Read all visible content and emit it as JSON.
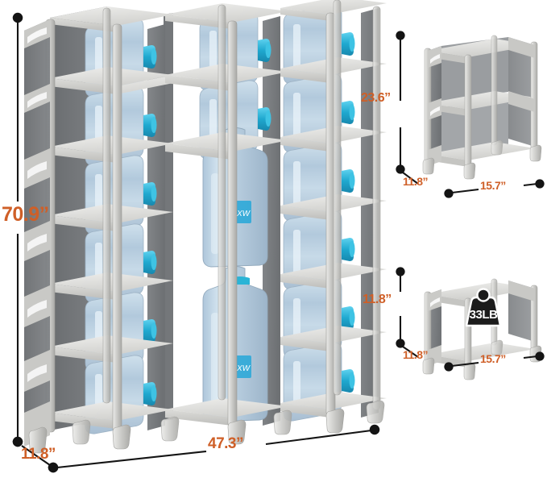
{
  "product": {
    "type": "water-bottle-storage-rack",
    "view": "isometric-product-diagram-with-dimension-callouts"
  },
  "colors": {
    "dimension_text": "#cf5f27",
    "dimension_line": "#111111",
    "frame_light": "#d4d4d2",
    "frame_mid": "#b9b9b6",
    "panel_gray": "#7c7f82",
    "panel_gray_dark": "#65686b",
    "shelf_top": "#e2e2df",
    "bottle_blue": "#b9cfe0",
    "bottle_cap": "#2ab4d6",
    "badge_black": "#1c1c1c",
    "background": "#ffffff"
  },
  "main_rack": {
    "name": "6-tier 3-column water bottle rack",
    "columns": 3,
    "rows": 6,
    "total_cubbies": 18,
    "dimensions": {
      "height": {
        "label": "70.9”",
        "axis": "height"
      },
      "depth": {
        "label": "11.8”",
        "axis": "depth"
      },
      "width": {
        "label": "47.3”",
        "axis": "width"
      }
    },
    "bottles": {
      "orientation_side_columns": "horizontal, cap facing right",
      "orientation_center_lower": "upright",
      "count_visible": 16
    }
  },
  "detail_top": {
    "name": "two-tier unit detail",
    "tiers": 2,
    "dimensions": {
      "height": {
        "label": "23.6”",
        "axis": "height"
      },
      "depth": {
        "label": "11.8”",
        "axis": "depth"
      },
      "width": {
        "label": "15.7”",
        "axis": "width"
      }
    }
  },
  "detail_bottom": {
    "name": "single-tier unit detail with load capacity",
    "tiers": 1,
    "dimensions": {
      "height": {
        "label": "11.8”",
        "axis": "height"
      },
      "depth": {
        "label": "11.8”",
        "axis": "depth"
      },
      "width": {
        "label": "15.7”",
        "axis": "width"
      }
    },
    "capacity_badge": {
      "icon": "weight-icon",
      "label": "33LB"
    }
  }
}
